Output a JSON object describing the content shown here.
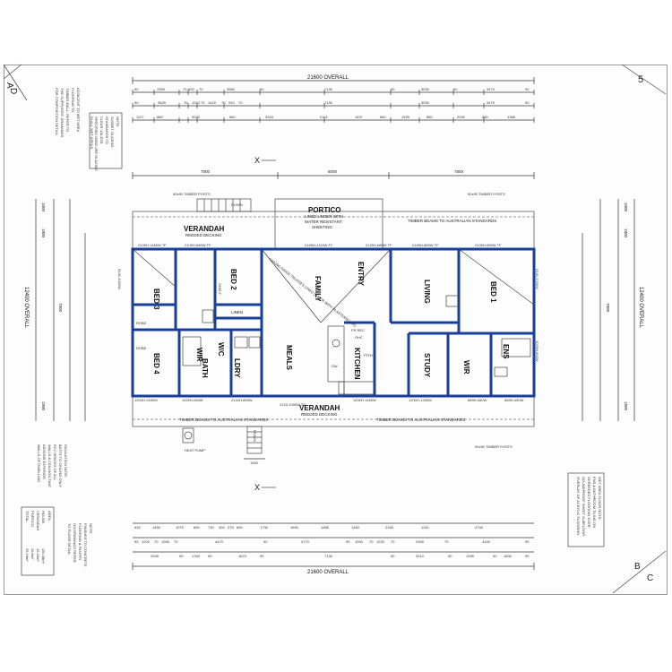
{
  "sheet": {
    "corner_tl_a": "A",
    "corner_tl_d": "D",
    "corner_tr": "5",
    "corner_br_b": "B",
    "corner_br_c": "C"
  },
  "dims": {
    "overall_width_top": "21600 OVERALL",
    "overall_width_bottom": "21600 OVERALL",
    "overall_depth_left": "12400 OVERALL",
    "overall_depth_right": "12400 OVERALL",
    "module_left": "7800",
    "module_mid": "6000",
    "module_right": "7800",
    "module_depth": "7800",
    "side_top_left": "1000",
    "side_top_right": "1000",
    "side_mid": "1800",
    "side_bottom": "1800",
    "row1": [
      "90",
      "2965",
      "70",
      "600",
      "70",
      "3580",
      "90",
      "7130",
      "90",
      "3530",
      "90",
      "3475",
      "90"
    ],
    "row2": [
      "90",
      "3625",
      "70",
      "1010",
      "70",
      "1420",
      "70",
      "910",
      "70",
      "7130",
      "3530",
      "3475",
      "90"
    ],
    "row3": [
      "1127",
      "880",
      "3025",
      "880",
      "3018",
      "2115",
      "1637",
      "880",
      "1595",
      "880",
      "2092",
      "880",
      "1388"
    ],
    "row_bottom1": [
      "630",
      "1450",
      "1070",
      "890",
      "730",
      "400",
      "275",
      "890",
      "1730",
      "1650",
      "1685",
      "1450",
      "2335",
      "1130",
      "2745"
    ],
    "row_bottom2": [
      "90",
      "1200",
      "70",
      "1265",
      "70",
      "4470",
      "90",
      "4770",
      "90",
      "1000",
      "70",
      "1220",
      "70",
      "2905",
      "70",
      "4100",
      "90"
    ],
    "row_bottom3": [
      "2535",
      "90",
      "1760",
      "90",
      "1670",
      "90",
      "7130",
      "90",
      "3010",
      "90",
      "1995",
      "90",
      "1830",
      "90"
    ]
  },
  "labels": {
    "verandah_top": "VERANDAH",
    "verandah_top_sub": "REEDED DECKING",
    "verandah_bottom": "VERANDAH",
    "verandah_bottom_sub": "REEDED DECKING",
    "portico": "PORTICO",
    "portico_sub1": "LINED UNDER WITH",
    "portico_sub2": "WATER RESISTANT",
    "portico_sub3": "SHEETING",
    "timber_beams_top": "TIMBER BEAMS TO AUSTRALIAN STANDARDS",
    "timber_beams_bottom_left": "TIMBER BEAMS TO AUSTRALIAN STANDARDS",
    "timber_beams_bottom_right": "TIMBER BEAMS TO AUSTRALIAN STANDARDS",
    "timber_posts": "90x90 TIMBER POSTS",
    "section_x": "X",
    "down": "DOWN",
    "heat_pump": "HEAT PUMP",
    "dim_1000": "1000"
  },
  "rooms": {
    "bed1": "BED 1",
    "bed2": "BED 2",
    "bed3": "BED 3",
    "bed4": "BED 4",
    "family": "FAMILY",
    "entry": "ENTRY",
    "living": "LIVING",
    "meals": "MEALS",
    "kitchen": "KITCHEN",
    "study": "STUDY",
    "bath": "BATH",
    "ldry": "LDRY",
    "wc": "W/C",
    "wir": "WIR",
    "ens": "ENS",
    "wir2": "WIR",
    "linen": "LINEN",
    "robe": "ROBE",
    "robe2": "ROBE",
    "shelf": "SHELF",
    "pantry": "PTRY",
    "fr_rec": "FR REC",
    "ohc": "OHC",
    "dw": "DW"
  },
  "windows": {
    "w1": "2105H-1450W TF",
    "w2": "2105H-880W TF",
    "w3": "2105H-2115W TF",
    "w4": "2135H-880W TF",
    "w5": "2105H-880W TF",
    "w6": "2105H-880W TF",
    "b1": "1200H-1450W",
    "b2": "1029H-450W",
    "b3": "2143H-890W",
    "b4": "2143-1090W SD",
    "b5": "1200H-1450W",
    "b6": "1200H-1330W",
    "b7": "689H-450W",
    "b8": "689H-450W",
    "side_left": "5140-1000W",
    "side_right": "5140-1330W",
    "side_right2": "1029H-850W",
    "diag": "RAKING RIDGE TRUSSES LINED UNDER WITH PLASTERBOARD"
  },
  "notes": {
    "top_left_title": "NOTE:",
    "top_left_lines": [
      "SUMMIT GLAZING",
      "STANDARDS TO",
      "CLEAR UNLESS",
      "SPECIFIED OBSCURE GLAZING",
      "IN ALL WET AREAS"
    ],
    "left_note_lines": [
      "ADJACENT TO WET AREA",
      "FLOORING TO",
      "TIMBER WALL: REFER TO",
      "THE SUPPLIERS' DRAWINGS",
      "FOR COMPOSITION DETAIL."
    ],
    "bottom_left_lines": [
      "INSULATION NOTE:",
      "BATTS TO CEILING ONLY",
      "R2.0 SPACES OF ALL",
      "WALLS & CEILINGS THAT",
      "ADJOINS EXTERIOR",
      "WALLS OF DWELLING"
    ],
    "bottom_left2_lines": [
      "NOTE:",
      "FINISHES TO CONCRETE",
      "FLOORING & PANTRY",
      "ON DRAWINGS REFER",
      "TO FLOOR DETAIL"
    ],
    "area_title": "AREA",
    "area_rows": [
      "HOUSE",
      "VERANDAH",
      "PORTICO",
      "TOTAL"
    ],
    "area_values": [
      "150.48m²",
      "19.45m²",
      "16.8m²",
      "25.24m²"
    ],
    "right_note_lines": [
      "WET AREA FLOOR NOTE:",
      "ENS & BATHROOM TILING ON",
      "SCREEDED FLOORING OVER",
      "SOUNDPROOF SHEET SUBFLOOR",
      "OVERLAY OF ACRYLIC FLOORING"
    ]
  }
}
